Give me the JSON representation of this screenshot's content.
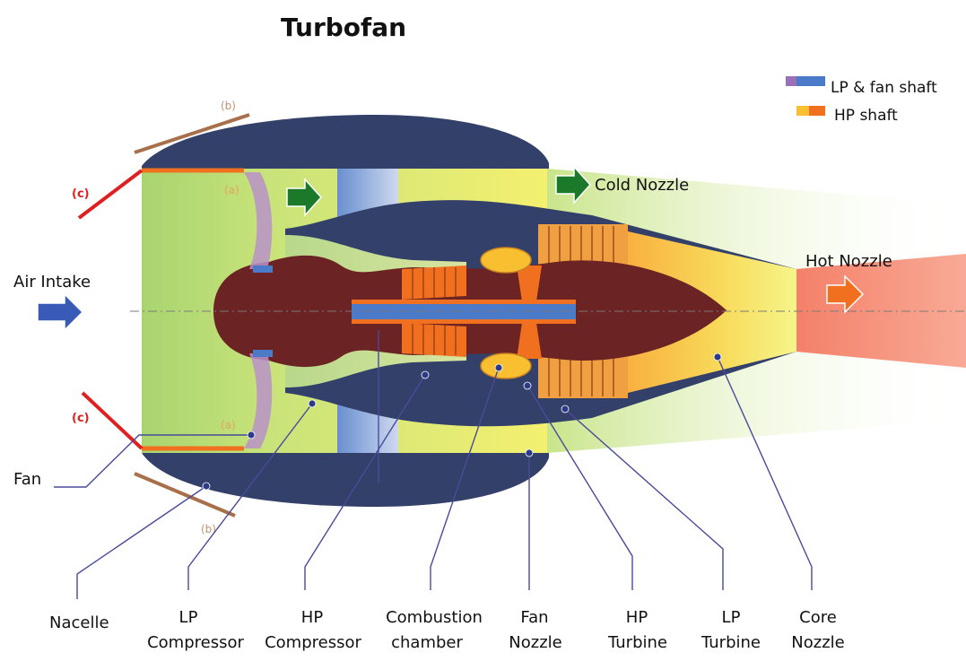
{
  "title": "Turbofan",
  "legend": {
    "lp_shaft": "LP & fan shaft",
    "hp_shaft": "HP shaft"
  },
  "flow_labels": {
    "air_intake": "Air Intake",
    "cold_nozzle": "Cold Nozzle",
    "hot_nozzle": "Hot Nozzle",
    "fan": "Fan"
  },
  "markers": {
    "b": "(b)",
    "a": "(a)",
    "c": "(c)"
  },
  "components": [
    {
      "id": "nacelle",
      "line1": "",
      "line2": "Nacelle"
    },
    {
      "id": "lp-compressor",
      "line1": "LP",
      "line2": "Compressor"
    },
    {
      "id": "hp-compressor",
      "line1": "HP",
      "line2": "Compressor"
    },
    {
      "id": "combustion-chamber",
      "line1": "Combustion",
      "line2": "chamber"
    },
    {
      "id": "fan-nozzle",
      "line1": "Fan",
      "line2": "Nozzle"
    },
    {
      "id": "hp-turbine",
      "line1": "HP",
      "line2": "Turbine"
    },
    {
      "id": "lp-turbine",
      "line1": "LP",
      "line2": "Turbine"
    },
    {
      "id": "core-nozzle",
      "line1": "Core",
      "line2": "Nozzle"
    }
  ],
  "colors": {
    "nacelle": "#33406a",
    "core_body": "#6b2323",
    "fan_duct": "#c5e07a",
    "cold_arrow": "#1a7a2a",
    "hot_arrow": "#f0702a",
    "intake_arrow": "#3a5ab8",
    "lp_shaft": "#4a7ac8",
    "hp_shaft": "#f07020"
  }
}
